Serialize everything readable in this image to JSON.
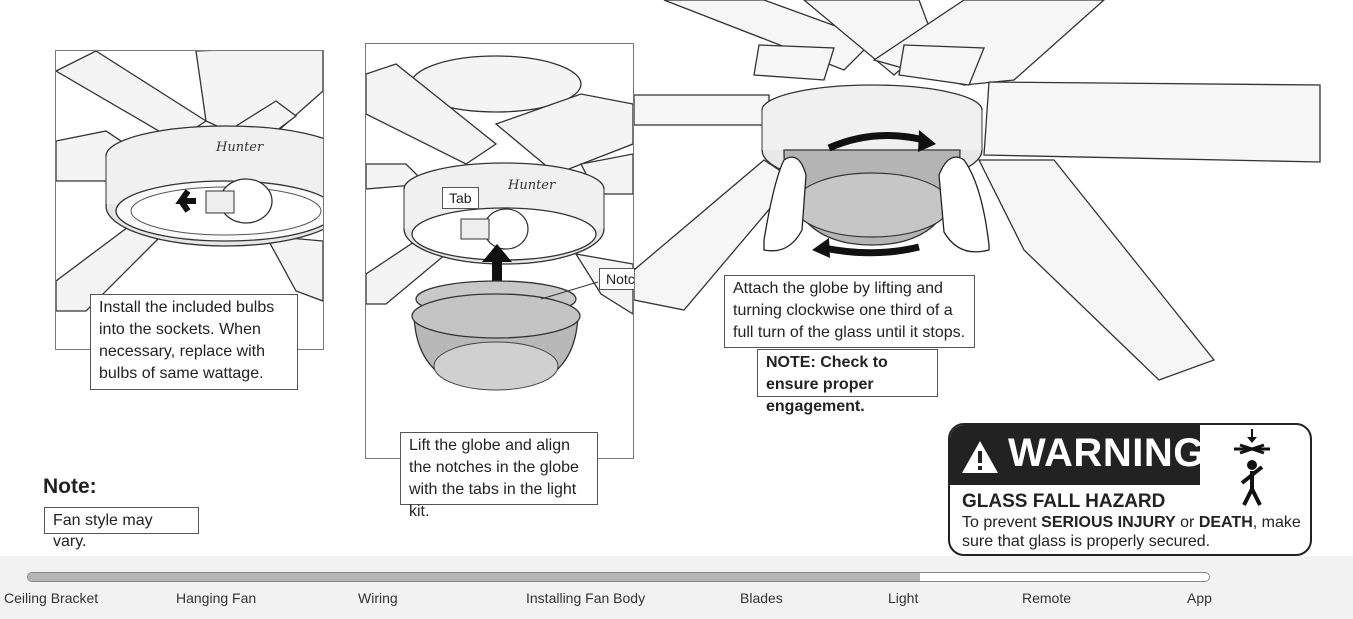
{
  "panels": {
    "step1_text": "Install the included bulbs into the sockets. When necessary, replace with bulbs of same wattage.",
    "step2_text": "Lift the globe and align the notches in the globe with the tabs in the light kit.",
    "step2_tab_label": "Tab",
    "step2_notch_label": "Notch",
    "step3_text": "Attach the globe by lifting and turning clockwise one third of a full turn of the glass until it stops.",
    "step3_note": "NOTE: Check to ensure proper engagement.",
    "brand_script": "Hunter"
  },
  "note": {
    "heading": "Note:",
    "text": "Fan style may vary."
  },
  "warning": {
    "title": "WARNING",
    "hazard": "GLASS FALL HAZARD",
    "text_prefix": "To prevent ",
    "text_bold1": "SERIOUS INJURY",
    "text_mid": " or ",
    "text_bold2": "DEATH",
    "text_suffix": ", make sure that glass is properly secured.",
    "icon": "falling-glass-person-icon"
  },
  "progress": {
    "value": 0.755,
    "steps": [
      "Ceiling Bracket",
      "Hanging Fan",
      "Wiring",
      "Installing Fan Body",
      "Blades",
      "Light",
      "Remote",
      "App"
    ]
  }
}
